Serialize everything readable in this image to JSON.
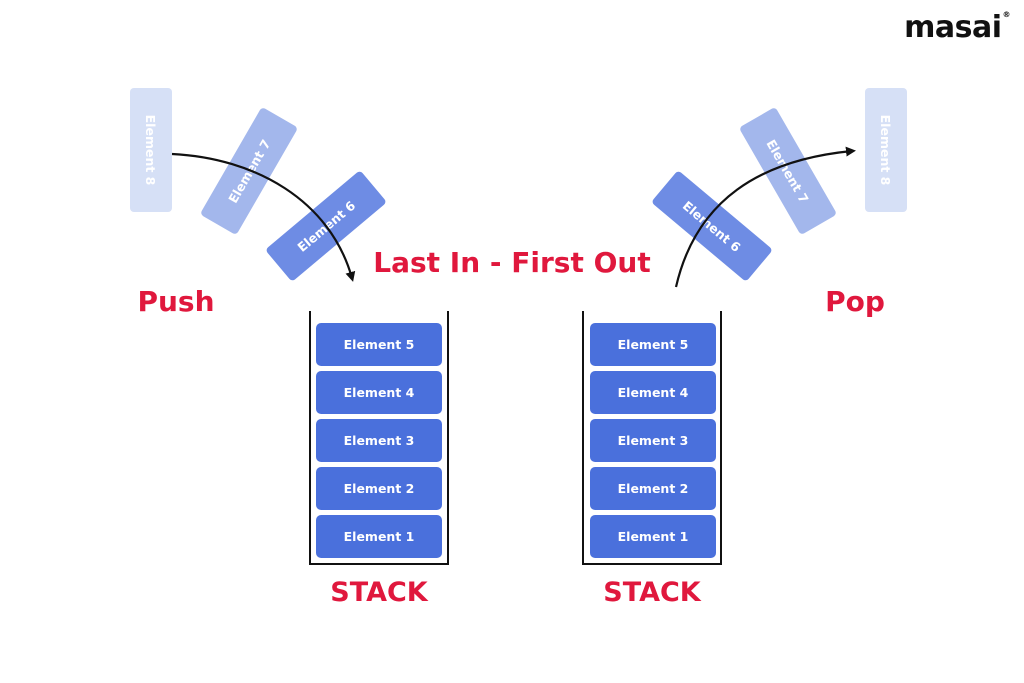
{
  "logo": {
    "text": "masai",
    "mark": "®"
  },
  "title": "Last In - First Out",
  "push_label": "Push",
  "pop_label": "Pop",
  "stacks": [
    {
      "label": "STACK",
      "items": [
        "Element 5",
        "Element 4",
        "Element 3",
        "Element 2",
        "Element 1"
      ]
    },
    {
      "label": "STACK",
      "items": [
        "Element 5",
        "Element 4",
        "Element 3",
        "Element 2",
        "Element 1"
      ]
    }
  ],
  "push_elements": [
    "Element 8",
    "Element 7",
    "Element 6"
  ],
  "pop_elements": [
    "Element 6",
    "Element 7",
    "Element 8"
  ],
  "colors": {
    "accent": "#e0183d",
    "element": "#4a70dc",
    "element_6": "#6e8ce4",
    "element_7": "#a3b7ec",
    "element_8": "#d6e0f6",
    "arrow": "#111111"
  }
}
